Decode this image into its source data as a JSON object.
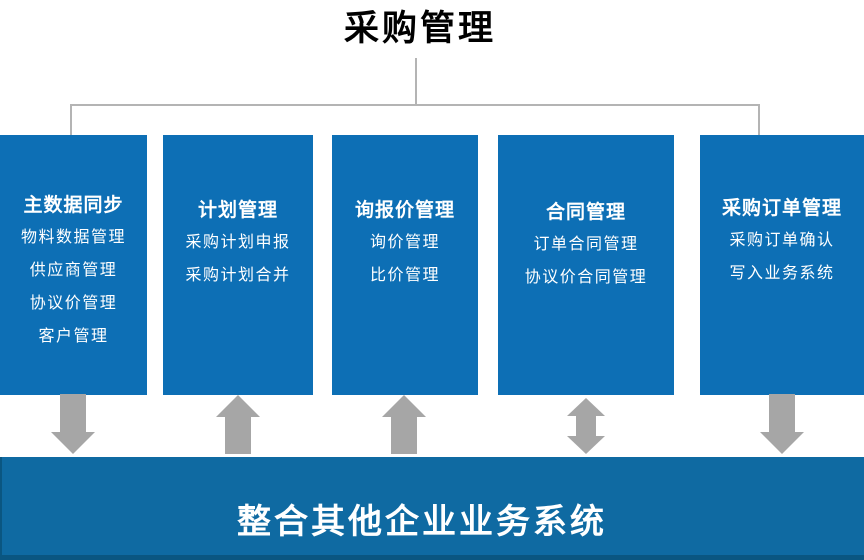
{
  "title": "采购管理",
  "colors": {
    "column_blue": "#0d6fb5",
    "bar_blue": "#0f6aa2",
    "bar_edge_dark": "#0a5681",
    "arrow_gray": "#a6a6a6",
    "connector_gray": "#b4b4b4",
    "title_black": "#000000",
    "text_white": "#ffffff"
  },
  "columns": [
    {
      "header": "主数据同步",
      "items": [
        "物料数据管理",
        "供应商管理",
        "协议价管理",
        "客户管理"
      ],
      "arrow": "down"
    },
    {
      "header": "计划管理",
      "items": [
        "采购计划申报",
        "采购计划合并"
      ],
      "arrow": "up"
    },
    {
      "header": "询报价管理",
      "items": [
        "询价管理",
        "比价管理"
      ],
      "arrow": "up"
    },
    {
      "header": "合同管理",
      "items": [
        "订单合同管理",
        "协议价合同管理"
      ],
      "arrow": "both"
    },
    {
      "header": "采购订单管理",
      "items": [
        "采购订单确认",
        "写入业务系统"
      ],
      "arrow": "down"
    }
  ],
  "bottom_bar": {
    "label": "整合其他企业业务系统"
  }
}
